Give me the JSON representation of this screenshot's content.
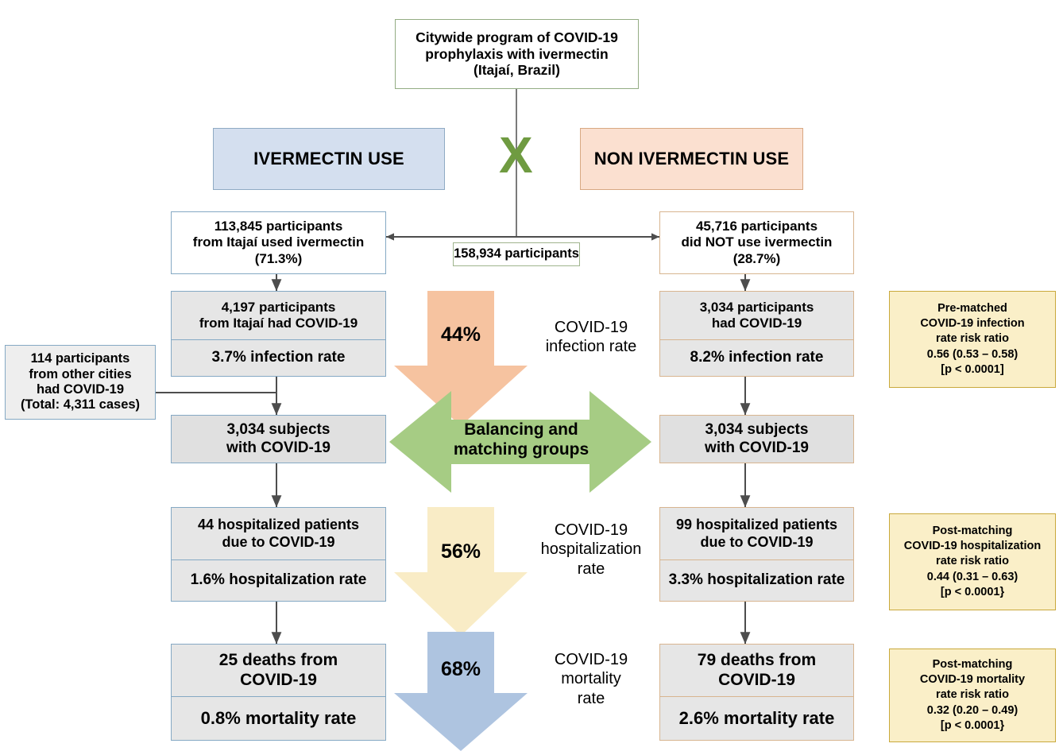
{
  "figure": {
    "title": "Citywide ivermectin prophylaxis program flow diagram",
    "colors": {
      "ivermectin_group": "#d4dfef",
      "non_ivermectin_group": "#fbe0d0",
      "result_box": "#faefc8",
      "green_accent": "#8fbc6a",
      "infection_arrow": "#f6c6a3",
      "hospitalization_arrow": "#f8eac2",
      "mortality_arrow": "#adc2de",
      "grey_fill": "#e0e0e0"
    }
  },
  "top": {
    "line1": "Citywide program of COVID-19",
    "line2": "prophylaxis with ivermectin",
    "line3": "(Itajaí, Brazil)"
  },
  "split": {
    "x_symbol": "X",
    "total_participants": "158,934 participants"
  },
  "left": {
    "header": "IVERMECTIN USE",
    "participants": {
      "line1": "113,845 participants",
      "line2": "from Itajaí used ivermectin",
      "line3": "(71.3%)"
    },
    "infected": {
      "line1": "4,197 participants",
      "line2": "from Itajaí had COVID-19",
      "rate": "3.7% infection rate"
    },
    "other_cities": {
      "line1": "114 participants",
      "line2": "from other cities",
      "line3": "had COVID-19",
      "line4": "(Total: 4,311 cases)"
    },
    "matched": {
      "line1": "3,034 subjects",
      "line2": "with COVID-19"
    },
    "hospitalized": {
      "line1": "44 hospitalized patients",
      "line2": "due to COVID-19",
      "rate": "1.6% hospitalization rate"
    },
    "deaths": {
      "line1": "25 deaths from",
      "line2": "COVID-19",
      "rate": "0.8% mortality rate"
    }
  },
  "right": {
    "header": "NON IVERMECTIN USE",
    "participants": {
      "line1": "45,716 participants",
      "line2": "did NOT use ivermectin",
      "line3": "(28.7%)"
    },
    "infected": {
      "line1": "3,034 participants",
      "line2": "had COVID-19",
      "rate": "8.2% infection rate"
    },
    "matched": {
      "line1": "3,034 subjects",
      "line2": "with COVID-19"
    },
    "hospitalized": {
      "line1": "99 hospitalized patients",
      "line2": "due to COVID-19",
      "rate": "3.3% hospitalization rate"
    },
    "deaths": {
      "line1": "79 deaths from",
      "line2": "COVID-19",
      "rate": "2.6% mortality rate"
    }
  },
  "middle": {
    "infection": {
      "percent": "44%",
      "label_line1": "COVID-19",
      "label_line2": "infection rate"
    },
    "balancing": {
      "line1": "Balancing and",
      "line2": "matching groups"
    },
    "hospitalization": {
      "percent": "56%",
      "label_line1": "COVID-19",
      "label_line2": "hospitalization",
      "label_line3": "rate"
    },
    "mortality": {
      "percent": "68%",
      "label_line1": "COVID-19",
      "label_line2": "mortality",
      "label_line3": "rate"
    }
  },
  "results": [
    {
      "line1": "Pre-matched",
      "line2": "COVID-19 infection",
      "line3": "rate risk ratio",
      "line4": "0.56 (0.53 –  0.58)",
      "line5": "[p < 0.0001]"
    },
    {
      "line1": "Post-matching",
      "line2": "COVID-19 hospitalization",
      "line3": "rate risk ratio",
      "line4": "0.44 (0.31 – 0.63)",
      "line5": "[p < 0.0001}"
    },
    {
      "line1": "Post-matching",
      "line2": "COVID-19 mortality",
      "line3": "rate risk ratio",
      "line4": "0.32 (0.20 – 0.49)",
      "line5": "[p < 0.0001}"
    }
  ]
}
